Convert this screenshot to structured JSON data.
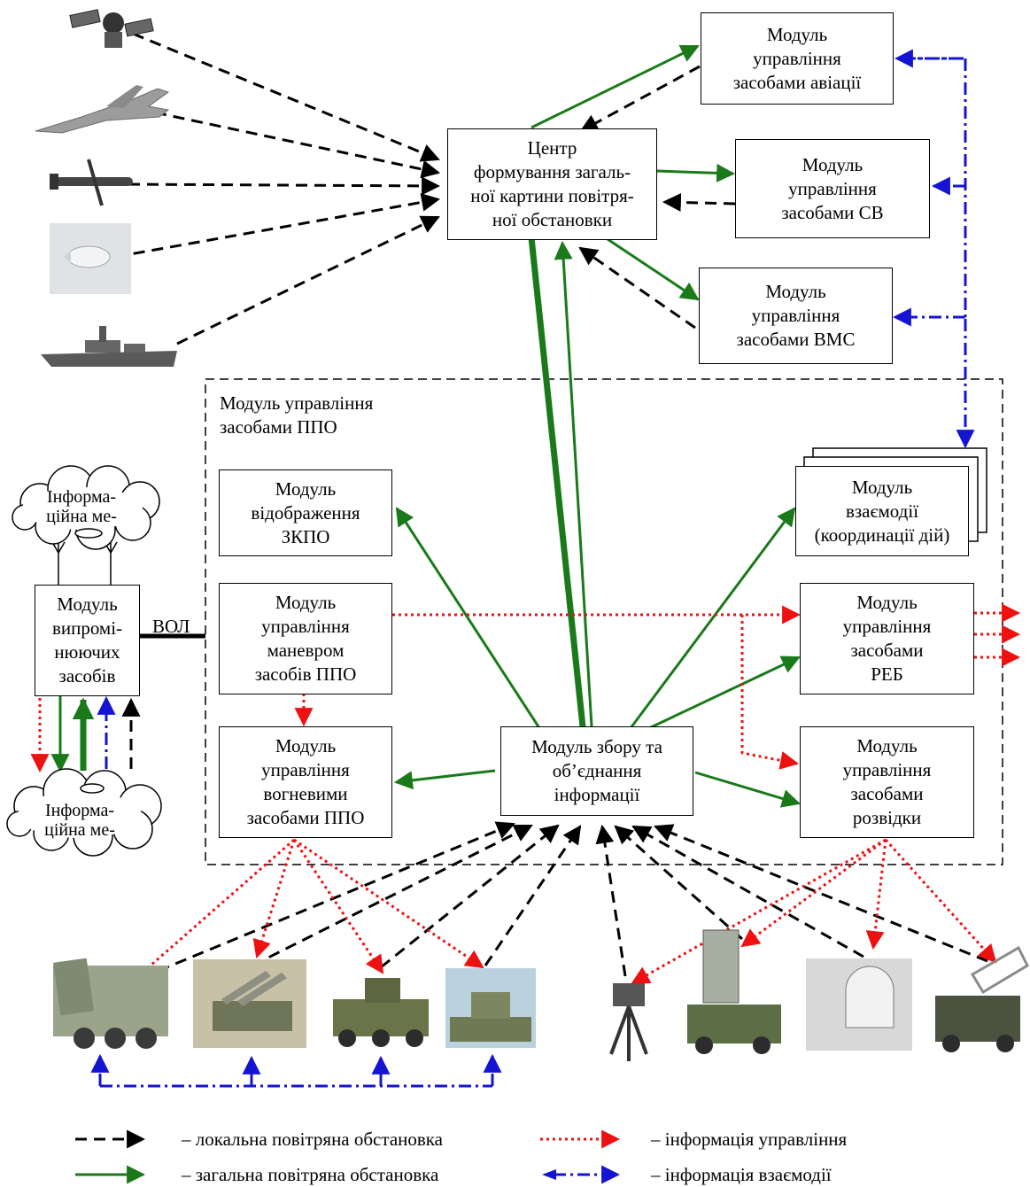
{
  "boxes": {
    "aviation": "Модуль\nуправління\nзасобами авіації",
    "center": "Центр\nформування загаль-\nної картини повітря-\nної обстановки",
    "ground": "Модуль\nуправління\nзасобами СВ",
    "navy": "Модуль\nуправління\nзасобами ВМС",
    "display": "Модуль\nвідображення\nЗКПО",
    "interaction": "Модуль\nвзаємодії\n(координації дій)",
    "maneuver": "Модуль\nуправління\nманевром\nзасобів ППО",
    "ew": "Модуль\nуправління\nзасобами\nРЕБ",
    "fire": "Модуль\nуправління\nвогневими\nзасобами ППО",
    "collection": "Модуль збору та\nоб’єднання\nінформації",
    "recon": "Модуль\nуправління\nзасобами\nрозвідки",
    "emitting": "Модуль\nвипромі-\nнюючих\nзасобів"
  },
  "labels": {
    "ppo_group": "Модуль управління\nзасобами ППО",
    "vol": "ВОЛ",
    "cloud_top": "Інформа-\nційна ме-",
    "cloud_bottom": "Інформа-\nційна ме-"
  },
  "legend": {
    "local": "– локальна повітряна обстановка",
    "general": "– загальна повітряна обстановка",
    "control": "– інформація управління",
    "interaction": "– інформація взаємодії"
  },
  "colors": {
    "local": "#000000",
    "general": "#1a7a1a",
    "control": "#ee1111",
    "interaction": "#1414d2"
  },
  "icons": [
    "satellite-icon",
    "jet-aircraft-icon",
    "uav-drone-icon",
    "airship-icon",
    "warship-icon",
    "sam-launcher-icon",
    "buk-sam-icon",
    "armored-sam-icon",
    "tor-sam-icon",
    "optical-sensor-icon",
    "radar-truck-icon",
    "radar-dome-icon",
    "antenna-truck-icon"
  ]
}
